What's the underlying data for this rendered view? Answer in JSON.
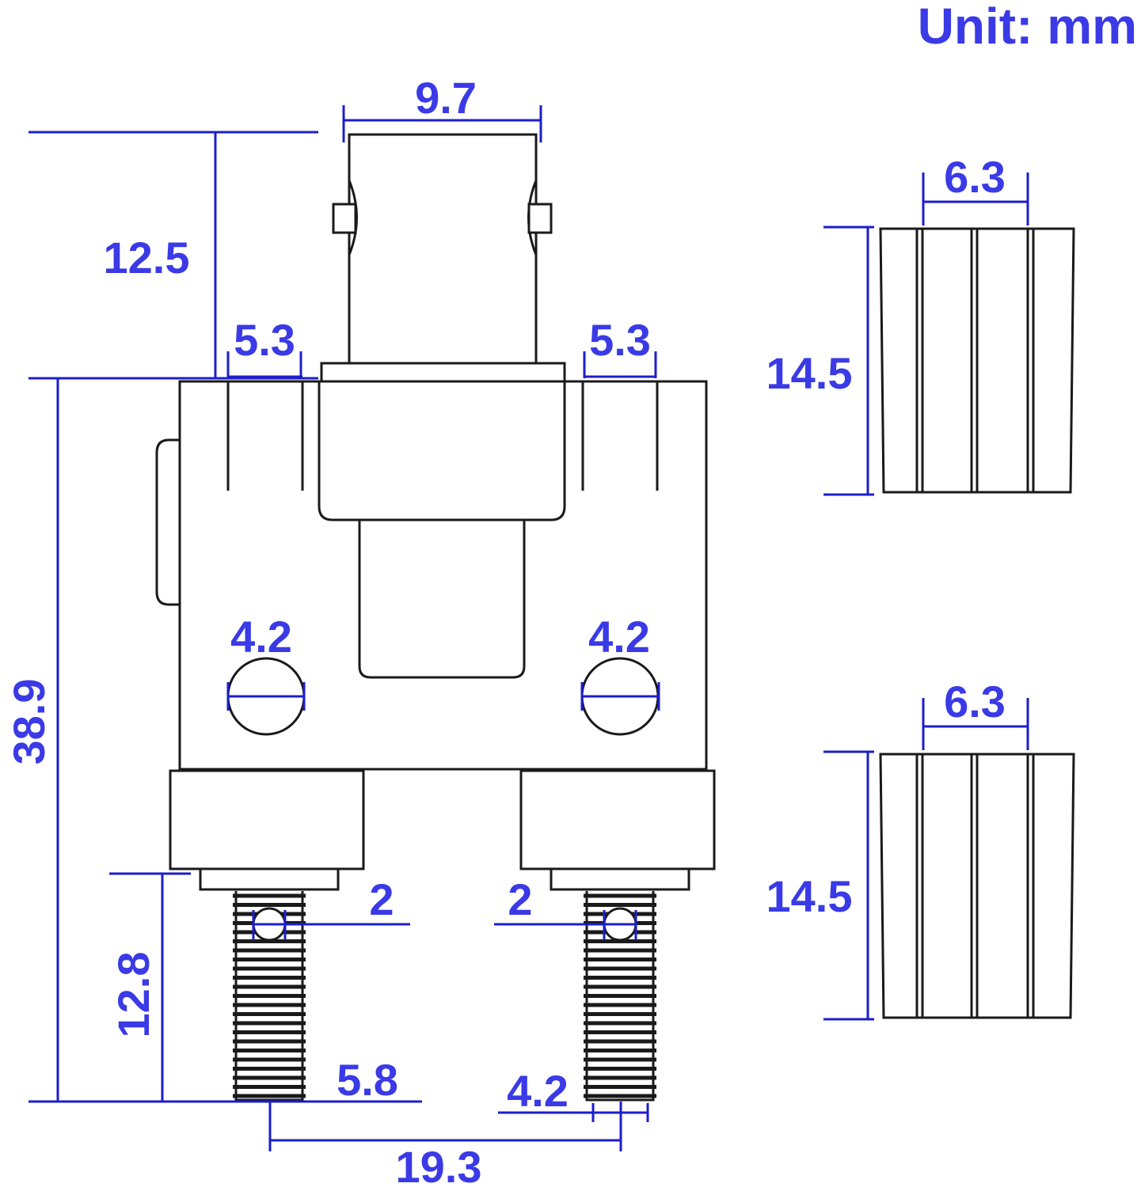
{
  "unit_label": "Unit: mm",
  "colors": {
    "dimension": "#3a3ae6",
    "outline": "#1a1a1a",
    "background": "#ffffff"
  },
  "main_view": {
    "top_width": "9.7",
    "top_height": "12.5",
    "left_slot_width": "5.3",
    "right_slot_width": "5.3",
    "left_hole_diameter": "4.2",
    "right_hole_diameter": "4.2",
    "total_height": "38.9",
    "terminal_length": "12.8",
    "left_terminal_hole": "2",
    "right_terminal_hole": "2",
    "left_terminal_width": "5.8",
    "right_terminal_tip_width": "4.2",
    "terminal_spacing": "19.3"
  },
  "nut_views": [
    {
      "width": "6.3",
      "height": "14.5"
    },
    {
      "width": "6.3",
      "height": "14.5"
    }
  ]
}
